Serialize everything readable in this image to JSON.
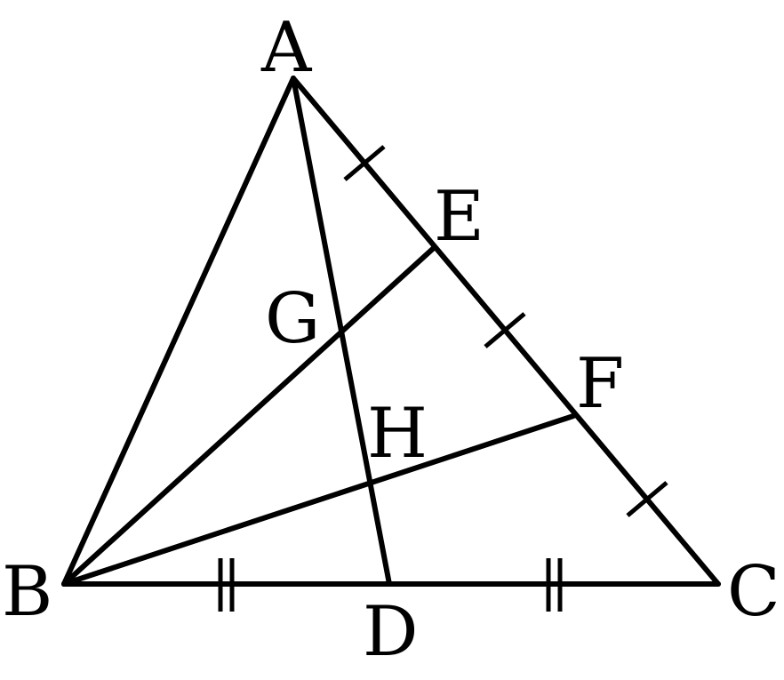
{
  "points": {
    "A": "A",
    "B": "B",
    "C": "C",
    "D": "D",
    "E": "E",
    "F": "F",
    "G": "G",
    "H": "H"
  },
  "colors": {
    "stroke": "#000000",
    "background": "#ffffff"
  }
}
